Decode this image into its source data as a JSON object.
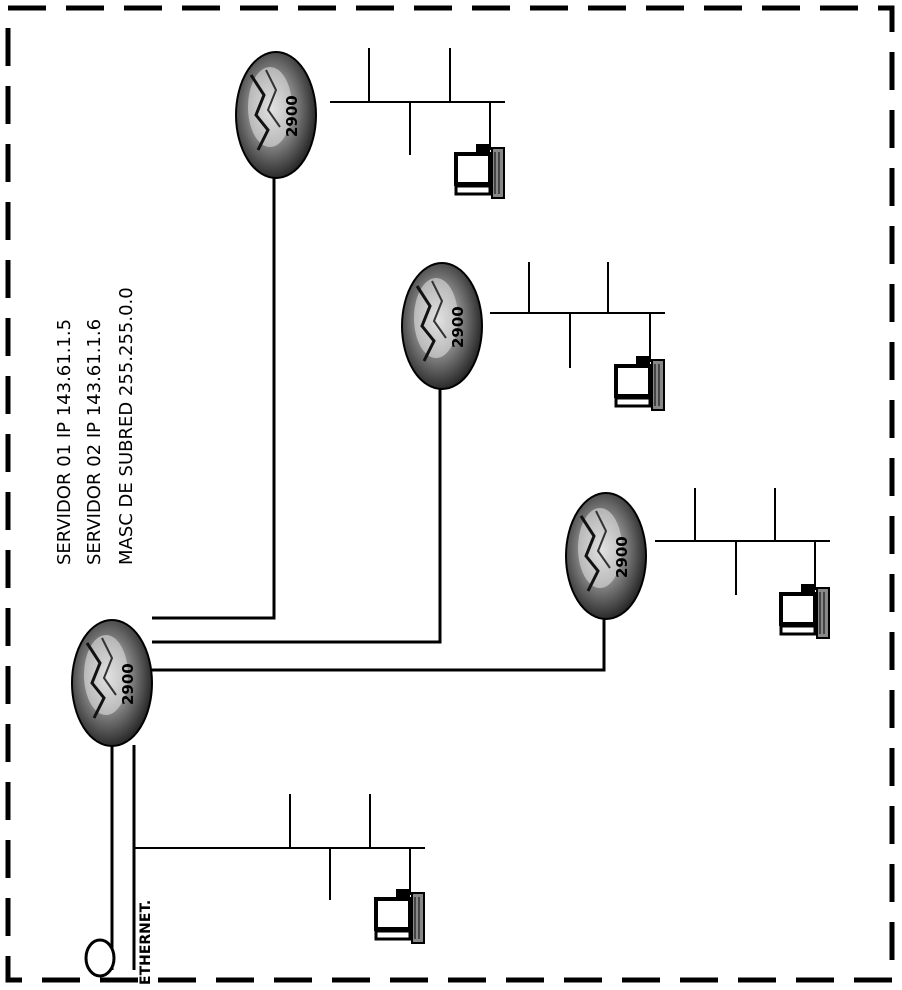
{
  "info_lines": {
    "servidor_01": "SERVIDOR 01   IP 143.61.1.5",
    "servidor_02": "SERVIDOR 02   IP 143.61.1.6",
    "mascara": "MASC DE SUBRED 255.255.0.0"
  },
  "ethernet_label": "ETHERNET.",
  "switches": [
    {
      "id": "top",
      "model": "2900"
    },
    {
      "id": "middle",
      "model": "2900"
    },
    {
      "id": "lower",
      "model": "2900"
    },
    {
      "id": "main",
      "model": "2900"
    }
  ],
  "icons": {
    "switch": "network-switch-icon",
    "computer": "desktop-computer-icon",
    "connector": "ethernet-connector-icon"
  },
  "colors": {
    "line": "#000000",
    "switch_body": "#2a2a2a",
    "background": "#ffffff"
  }
}
